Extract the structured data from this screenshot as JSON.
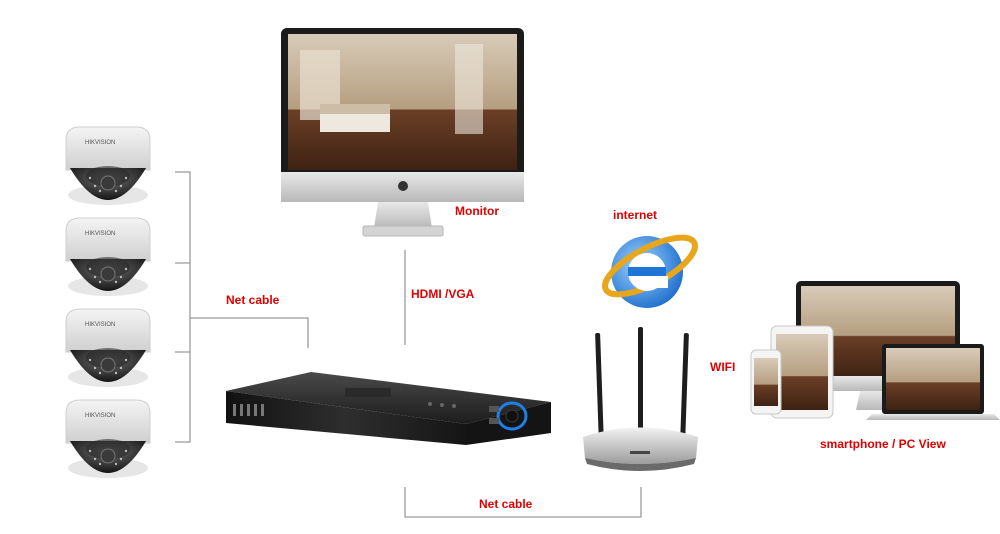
{
  "labels": {
    "monitor": "Monitor",
    "internet": "internet",
    "hdmi_vga": "HDMI /VGA",
    "net_cable_left": "Net cable",
    "net_cable_bottom": "Net cable",
    "wifi": "WIFI",
    "view": "smartphone / PC View"
  },
  "camera_count": 4,
  "brand_text": "HIKVISION",
  "colors": {
    "label": "#e00000",
    "line": "#9a9a9a",
    "nvr": "#1e1e1e",
    "accent_blue": "#1f7fe8"
  },
  "icons": {
    "monitor": "imac-monitor-icon",
    "internet": "internet-explorer-icon",
    "router": "wifi-router-icon",
    "nvr": "nvr-recorder-icon",
    "camera": "dome-camera-icon",
    "devices": "multi-device-icon"
  }
}
